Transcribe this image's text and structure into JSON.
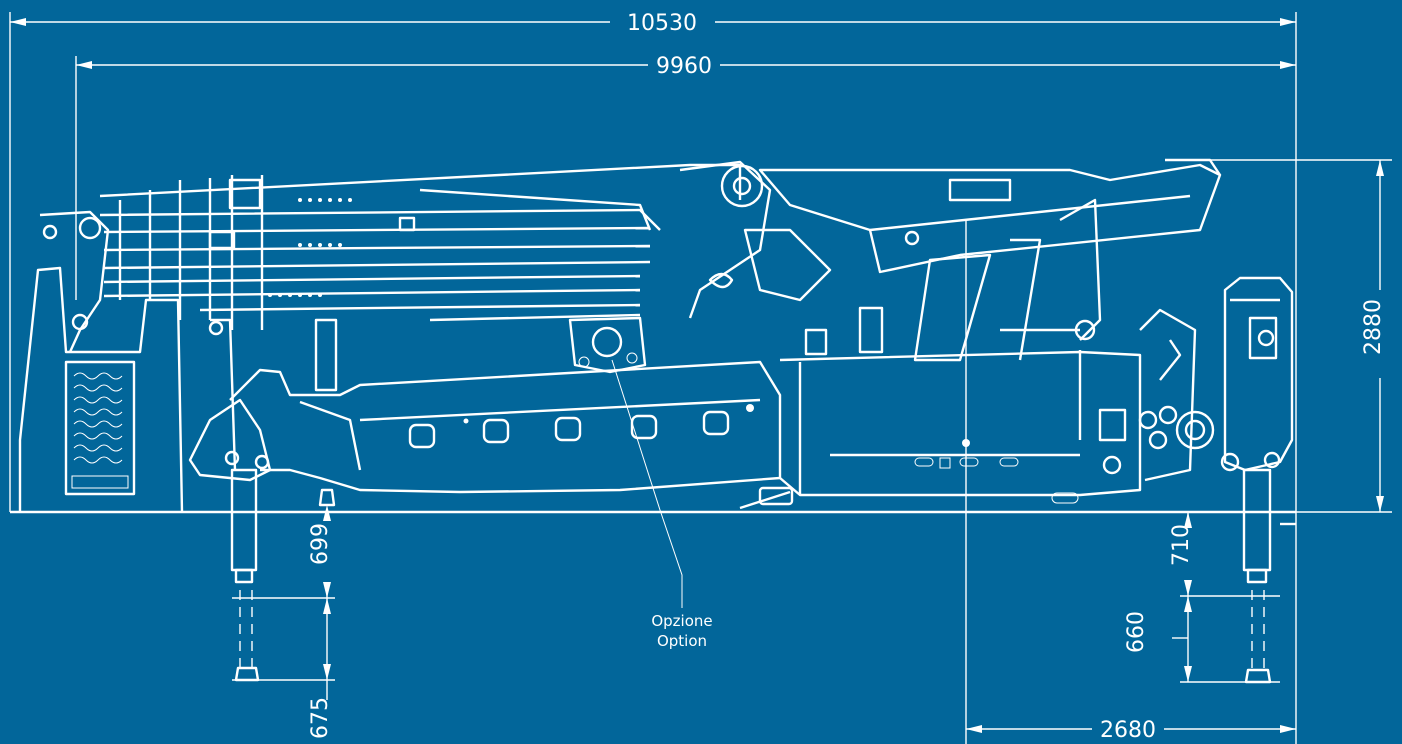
{
  "drawing": {
    "dimensions": {
      "overall_length": "10530",
      "boom_length": "9960",
      "height": "2880",
      "rear_outrigger_lift": "699",
      "rear_outrigger_extension": "675",
      "front_outrigger_lift": "710",
      "front_outrigger_extension": "660",
      "front_overhang": "2680"
    },
    "note": {
      "label_it": "Opzione",
      "label_en": "Option"
    }
  },
  "colors": {
    "background": "#02669a",
    "lines": "#ffffff"
  }
}
